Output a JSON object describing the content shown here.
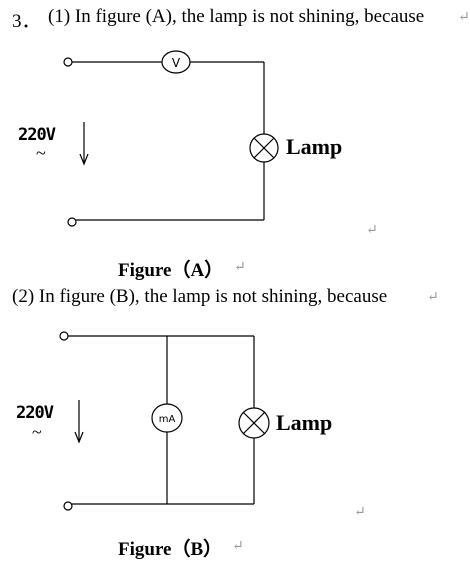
{
  "q1": {
    "number": "3．",
    "text": "(1) In figure (A), the lamp is not shining, because",
    "caption": "Figure（A）"
  },
  "q2": {
    "text": "(2) In figure (B), the lamp is not shining, because",
    "caption": "Figure（B）"
  },
  "figA": {
    "voltage": "220V",
    "ac_symbol": "~",
    "meter_symbol": "V",
    "lamp_label": "Lamp"
  },
  "figB": {
    "voltage": "220V",
    "ac_symbol": "~",
    "meter_symbol": "mA",
    "lamp_label": "Lamp"
  },
  "paragraph_mark": "↵"
}
